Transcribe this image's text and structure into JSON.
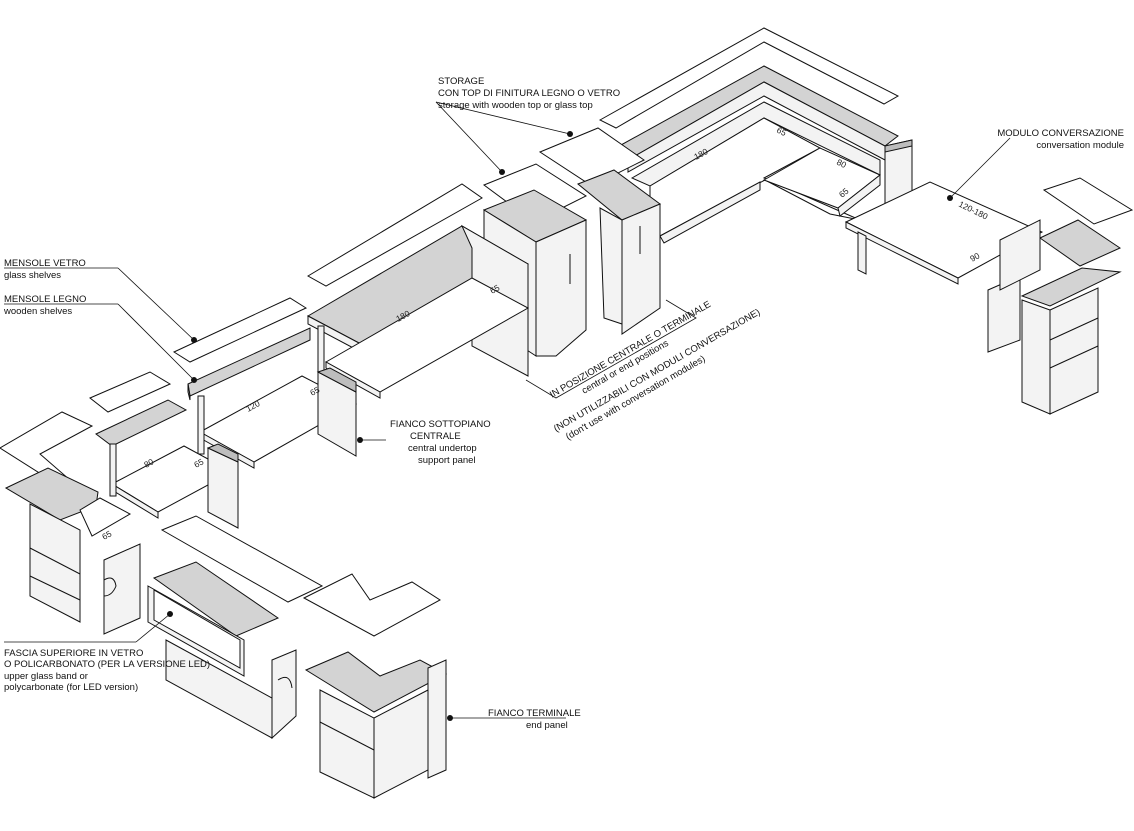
{
  "labels": {
    "storage": [
      "STORAGE",
      "CON TOP DI FINITURA LEGNO O VETRO",
      "storage with wooden top or glass top"
    ],
    "conversation": [
      "MODULO CONVERSAZIONE",
      "conversation module"
    ],
    "glass_shelves": [
      "MENSOLE VETRO",
      "glass shelves"
    ],
    "wood_shelves": [
      "MENSOLE LEGNO",
      "wooden shelves"
    ],
    "central_panel": [
      "FIANCO SOTTOPIANO",
      "CENTRALE",
      "central undertop",
      "support panel"
    ],
    "upper_band": [
      "FASCIA SUPERIORE IN VETRO",
      "O POLICARBONATO (PER LA VERSIONE LED)",
      "upper glass band or",
      "polycarbonate (for LED version)"
    ],
    "end_panel": [
      "FIANCO TERMINALE",
      "end panel"
    ],
    "position_note": [
      "IN POSIZIONE CENTRALE O TERMINALE",
      "central or end positions"
    ],
    "conversation_note": [
      "(NON UTILIZZABILI CON MODULI CONVERSAZIONE)",
      "(don't use with conversation modules)"
    ]
  },
  "dimensions": {
    "top_180": "180",
    "top_65": "65",
    "corner_80": "80",
    "corner_65": "65",
    "conv_range": "120-180",
    "conv_90": "90",
    "mid_180": "180",
    "mid_65": "65",
    "desk_120": "120",
    "desk_65": "65",
    "small_80": "80",
    "small_65": "65",
    "corner_small_65": "65"
  }
}
